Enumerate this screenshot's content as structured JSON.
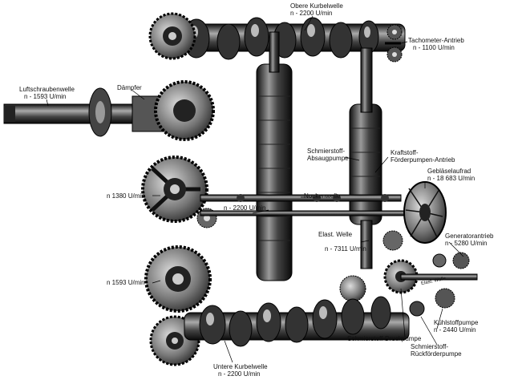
{
  "labels": {
    "obere_kurbelwelle": {
      "name": "Obere Kurbelwelle",
      "speed": "n - 2200 U/min"
    },
    "tachometer": {
      "name": "Tachometer-Antrieb",
      "speed": "n - 1100 U/min"
    },
    "luftschraubenwelle": {
      "name": "Luftschraubenwelle",
      "speed": "n - 1593 U/min"
    },
    "daempfer": {
      "name": "Dämpfer"
    },
    "schmierstoff_absaug": {
      "name": "Schmierstoff-",
      "name2": "Absaugpumpe"
    },
    "kraftstoff_foerder": {
      "name": "Kraftstoff-",
      "name2": "Förderpumpen-Antrieb"
    },
    "geblaeselaufrad": {
      "name": "Gebläselaufrad",
      "speed": "n - 18 683 U/min"
    },
    "speed_1380": {
      "speed": "n 1380 U/min"
    },
    "speed_2200_mid": {
      "speed": "n - 2200 U/min"
    },
    "nockenwelle": {
      "name": "Nockenwelle"
    },
    "elast_welle": {
      "name": "Elast. Welle",
      "speed": "n - 7311 U/min"
    },
    "generatorantrieb": {
      "name": "Generatorantrieb",
      "speed": "n - 5280 U/min"
    },
    "elast_welle_small": {
      "name": "Elast. Welle"
    },
    "speed_1593": {
      "speed": "n 1593 U/min"
    },
    "kuehlstoffpumpe": {
      "name": "Kühlstoffpumpe",
      "speed": "n - 2440 U/min"
    },
    "schmierstoff_druck": {
      "name": "Schmierstoff-Druckpumpe"
    },
    "schmierstoff_rueck": {
      "name": "Schmierstoff-",
      "name2": "Rückförderpumpe"
    },
    "untere_kurbelwelle": {
      "name": "Untere Kurbelwelle",
      "speed": "n - 2200 U/min"
    }
  }
}
